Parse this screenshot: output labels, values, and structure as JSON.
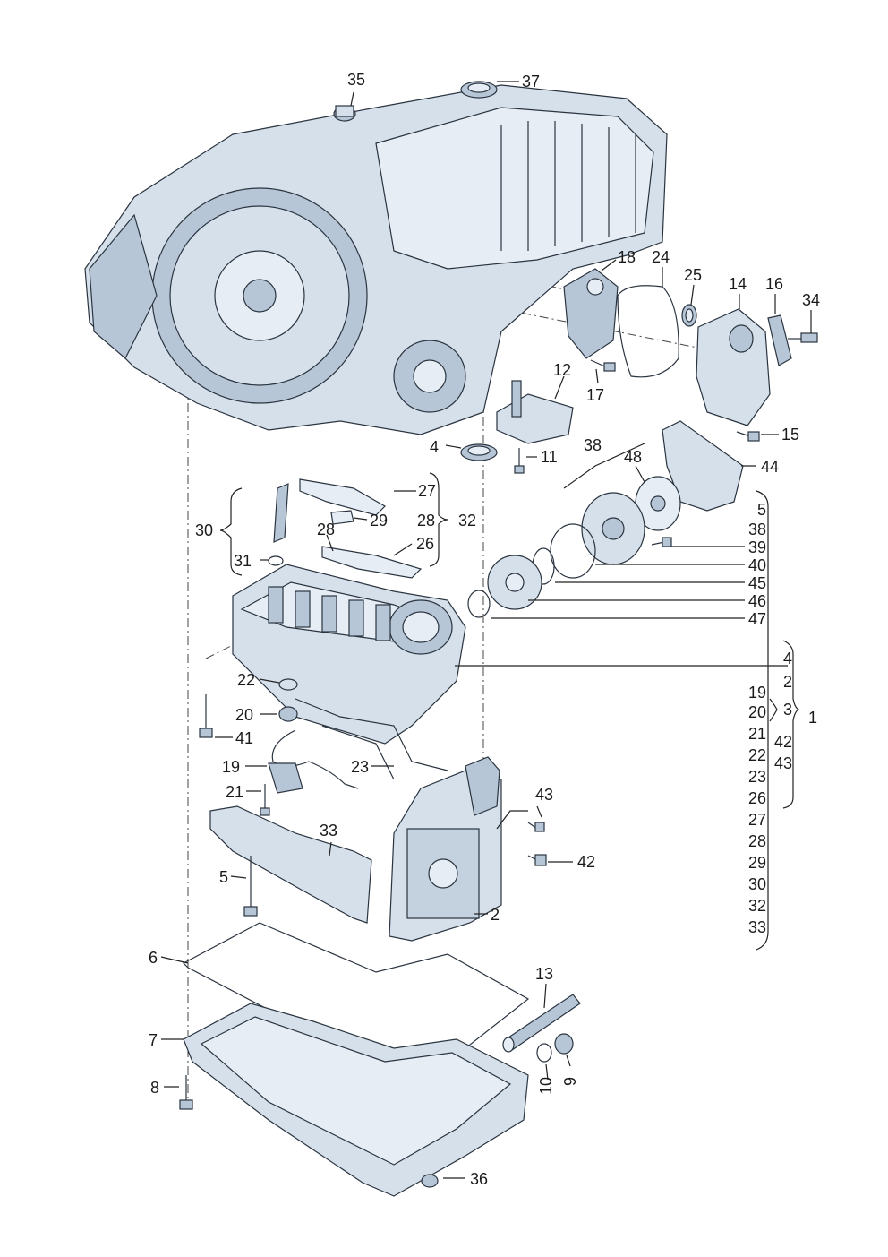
{
  "diagram": {
    "labels": {
      "p1": "1",
      "p2": "2",
      "p3": "3",
      "p4": "4",
      "p5": "5",
      "p6": "6",
      "p7": "7",
      "p8": "8",
      "p9": "9",
      "p10": "10",
      "p11": "11",
      "p12": "12",
      "p13": "13",
      "p14": "14",
      "p15": "15",
      "p16": "16",
      "p17": "17",
      "p18": "18",
      "p19": "19",
      "p20": "20",
      "p21": "21",
      "p22": "22",
      "p23": "23",
      "p24": "24",
      "p25": "25",
      "p26": "26",
      "p27": "27",
      "p28": "28",
      "p29": "29",
      "p30": "30",
      "p31": "31",
      "p32": "32",
      "p33": "33",
      "p34": "34",
      "p35": "35",
      "p36": "36",
      "p37": "37",
      "p38": "38",
      "p39": "39",
      "p40": "40",
      "p41": "41",
      "p42": "42",
      "p43": "43",
      "p44": "44",
      "p45": "45",
      "p46": "46",
      "p47": "47",
      "p48": "48"
    },
    "group_1_list": [
      "5",
      "38",
      "39",
      "40",
      "45",
      "46",
      "47"
    ],
    "group_1_sub_left": [
      "19",
      "20",
      "21",
      "22",
      "23",
      "26",
      "27",
      "28",
      "29",
      "30",
      "32",
      "33"
    ],
    "group_1_sub_right": [
      "4",
      "2",
      "3",
      "42",
      "43"
    ],
    "colors": {
      "part_fill": "#d6e0ea",
      "part_shade": "#b7c6d6",
      "line": "#222222"
    }
  }
}
